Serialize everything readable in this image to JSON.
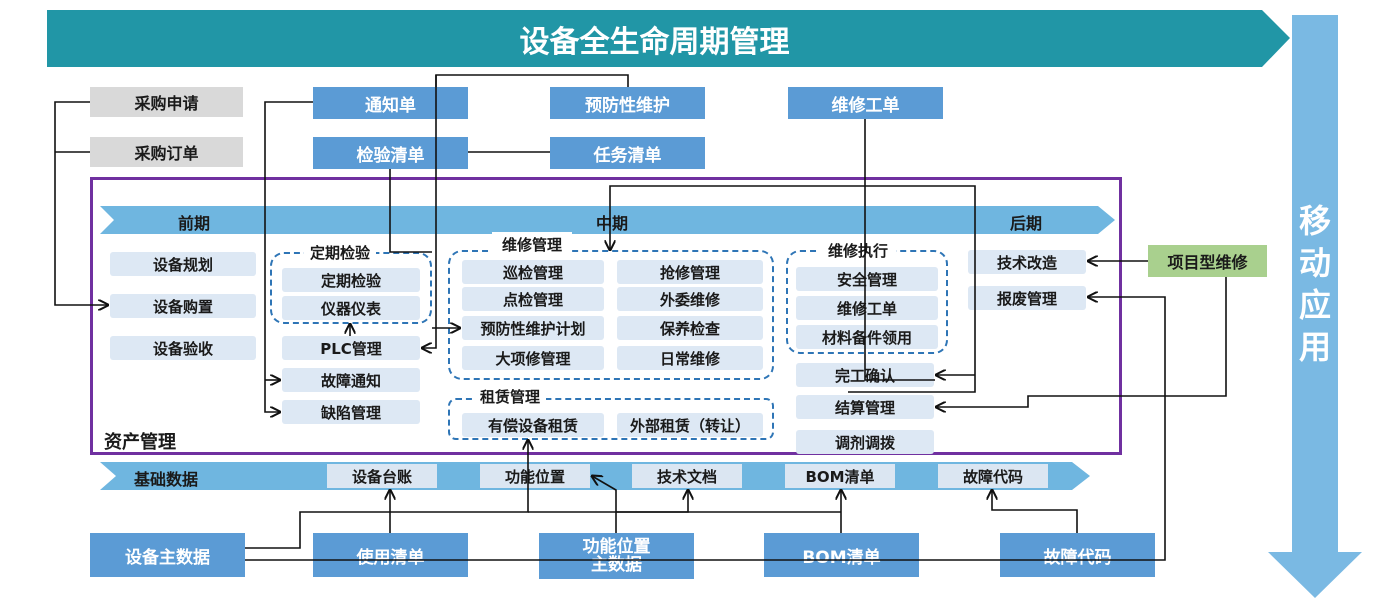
{
  "title": "设备全生命周期管理",
  "mobile": "移动应用",
  "top_boxes": {
    "purchase_request": "采购申请",
    "purchase_order": "采购订单",
    "notice": "通知单",
    "inspection_list": "检验清单",
    "preventive": "预防性维护",
    "task_list": "任务清单",
    "repair_order": "维修工单"
  },
  "stages": {
    "early": "前期",
    "middle": "中期",
    "late": "后期"
  },
  "asset_management": "资产管理",
  "early_items": [
    "设备规划",
    "设备购置",
    "设备验收"
  ],
  "periodic": {
    "label": "定期检验",
    "items": [
      "定期检验",
      "仪器仪表"
    ]
  },
  "left_items": [
    "PLC管理",
    "故障通知",
    "缺陷管理"
  ],
  "maintenance": {
    "label": "维修管理",
    "left": [
      "巡检管理",
      "点检管理",
      "预防性维护计划",
      "大项修管理"
    ],
    "right": [
      "抢修管理",
      "外委维修",
      "保养检查",
      "日常维修"
    ]
  },
  "leasing": {
    "label": "租赁管理",
    "items": [
      "有偿设备租赁",
      "外部租赁（转让）"
    ]
  },
  "execution": {
    "label": "维修执行",
    "items": [
      "安全管理",
      "维修工单",
      "材料备件领用"
    ]
  },
  "after_exec": [
    "完工确认",
    "结算管理",
    "调剂调拨"
  ],
  "late_items": [
    "技术改造",
    "报废管理"
  ],
  "project_repair": "项目型维修",
  "base_data": {
    "label": "基础数据",
    "items": [
      "设备台账",
      "功能位置",
      "技术文档",
      "BOM清单",
      "故障代码"
    ]
  },
  "bottom_boxes": [
    "设备主数据",
    "使用清单",
    "功能位置\n主数据",
    "BOM清单",
    "故障代码"
  ]
}
